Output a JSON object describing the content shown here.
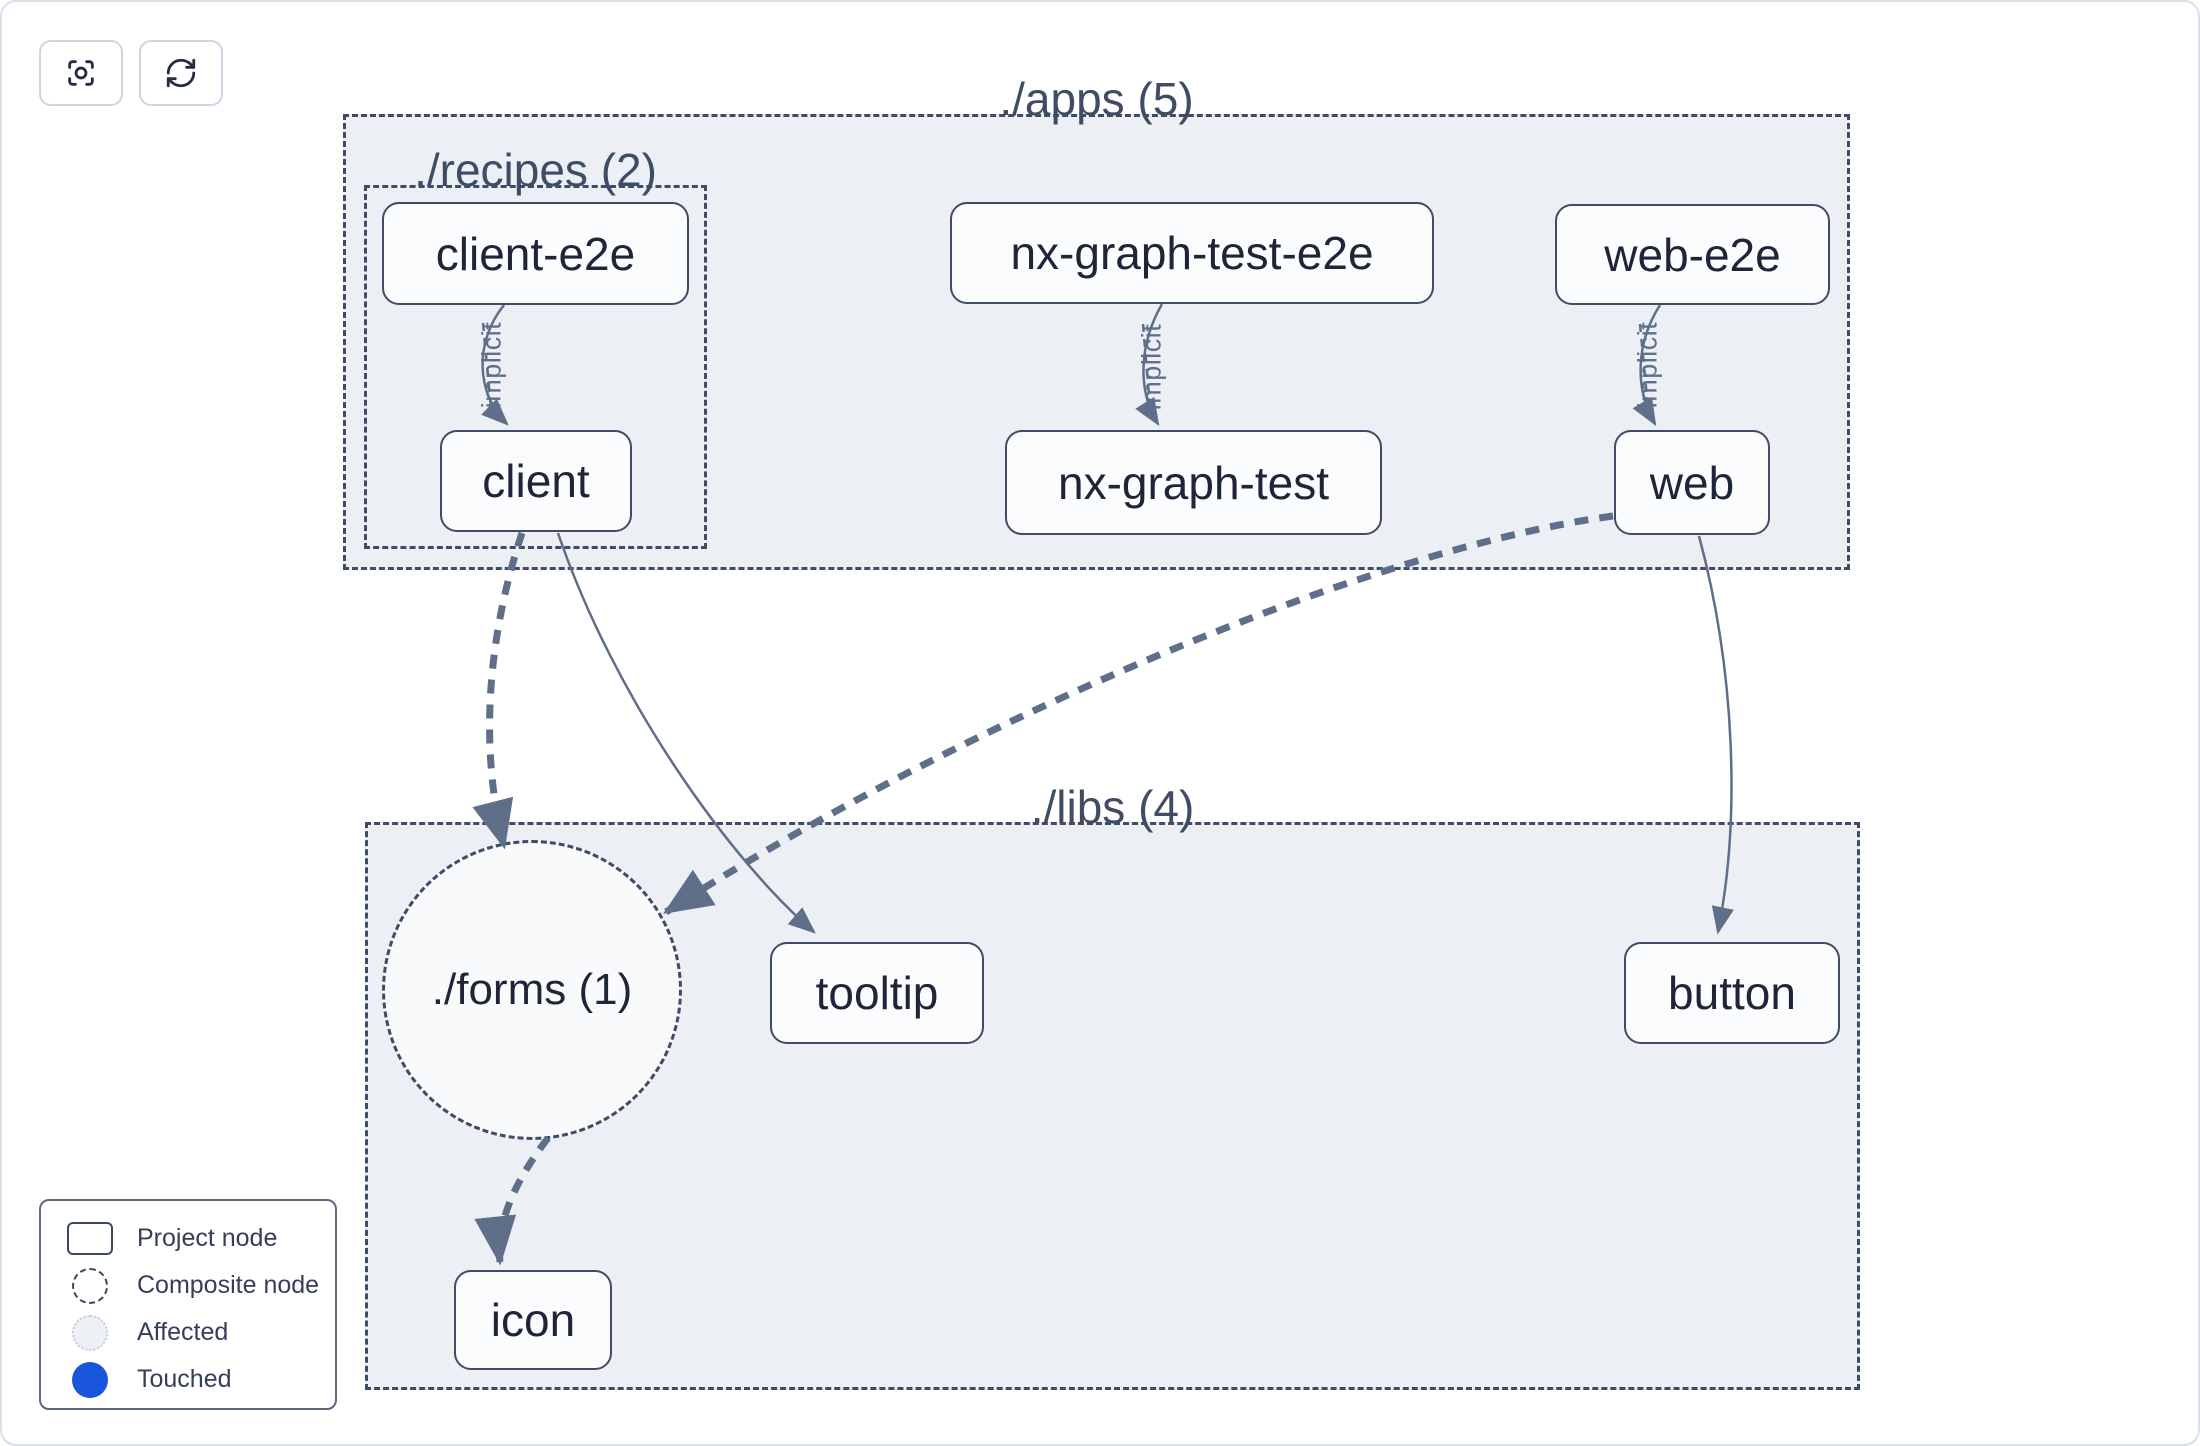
{
  "toolbar": {
    "focus_button": {
      "icon": "crosshair-focus-icon"
    },
    "refresh_button": {
      "icon": "refresh-icon"
    }
  },
  "graph": {
    "groups": {
      "apps": {
        "label": "./apps (5)"
      },
      "recipes": {
        "label": "./recipes (2)"
      },
      "libs": {
        "label": "./libs (4)"
      }
    },
    "composite": {
      "forms": {
        "label": "./forms (1)"
      }
    },
    "nodes": {
      "client_e2e": {
        "label": "client-e2e"
      },
      "nx_graph_test_e2e": {
        "label": "nx-graph-test-e2e"
      },
      "web_e2e": {
        "label": "web-e2e"
      },
      "client": {
        "label": "client"
      },
      "nx_graph_test": {
        "label": "nx-graph-test"
      },
      "web": {
        "label": "web"
      },
      "tooltip": {
        "label": "tooltip"
      },
      "button": {
        "label": "button"
      },
      "icon": {
        "label": "icon"
      }
    },
    "implicit_label": "implicit",
    "edges": [
      {
        "from": "client-e2e",
        "to": "client",
        "type": "implicit"
      },
      {
        "from": "nx-graph-test-e2e",
        "to": "nx-graph-test",
        "type": "implicit"
      },
      {
        "from": "web-e2e",
        "to": "web",
        "type": "implicit"
      },
      {
        "from": "client",
        "to": "./forms (1)",
        "type": "thick-dashed"
      },
      {
        "from": "client",
        "to": "tooltip",
        "type": "direct"
      },
      {
        "from": "web",
        "to": "./forms (1)",
        "type": "thick-dashed"
      },
      {
        "from": "web",
        "to": "button",
        "type": "direct"
      },
      {
        "from": "./forms (1)",
        "to": "icon",
        "type": "thick-dashed"
      }
    ]
  },
  "legend": {
    "items": [
      {
        "label": "Project node",
        "swatch": "project-rect"
      },
      {
        "label": "Composite node",
        "swatch": "composite-dashed-circle"
      },
      {
        "label": "Affected",
        "swatch": "affected-circle"
      },
      {
        "label": "Touched",
        "swatch": "touched-circle"
      }
    ]
  },
  "colors": {
    "group_fill": "#ecf0f5",
    "outline": "#3e4c66",
    "edge": "#5f6f8a",
    "node_text": "#1d2639",
    "touched_blue": "#1a56db",
    "affected_fill": "#edf0f4"
  }
}
